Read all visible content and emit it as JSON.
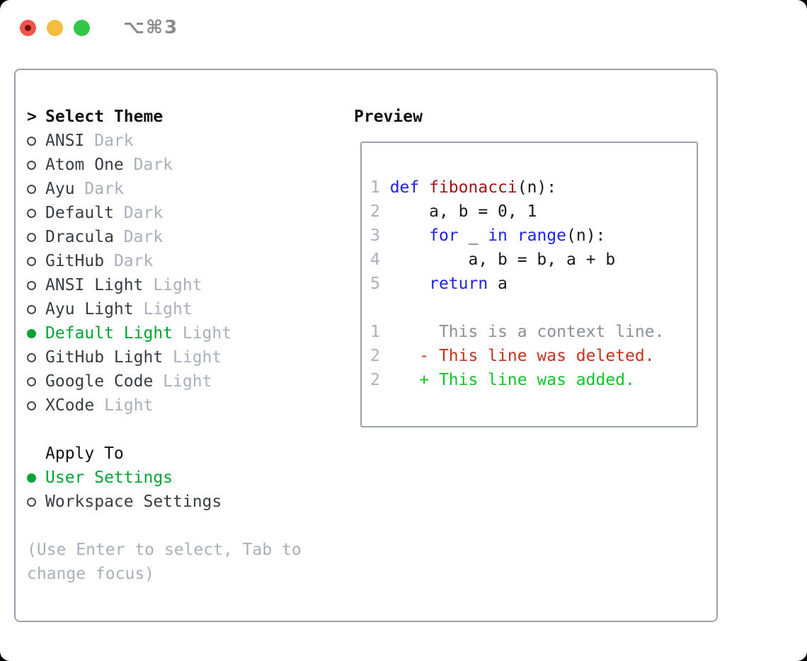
{
  "window": {
    "title": "⌥⌘3"
  },
  "theme_picker": {
    "prompt_marker": ">",
    "title": "Select Theme",
    "items": [
      {
        "name": "ANSI",
        "variant": "Dark",
        "selected": false
      },
      {
        "name": "Atom One",
        "variant": "Dark",
        "selected": false
      },
      {
        "name": "Ayu",
        "variant": "Dark",
        "selected": false
      },
      {
        "name": "Default",
        "variant": "Dark",
        "selected": false
      },
      {
        "name": "Dracula",
        "variant": "Dark",
        "selected": false
      },
      {
        "name": "GitHub",
        "variant": "Dark",
        "selected": false
      },
      {
        "name": "ANSI Light",
        "variant": "Light",
        "selected": false
      },
      {
        "name": "Ayu Light",
        "variant": "Light",
        "selected": false
      },
      {
        "name": "Default Light",
        "variant": "Light",
        "selected": true
      },
      {
        "name": "GitHub Light",
        "variant": "Light",
        "selected": false
      },
      {
        "name": "Google Code",
        "variant": "Light",
        "selected": false
      },
      {
        "name": "XCode",
        "variant": "Light",
        "selected": false
      }
    ],
    "apply_to": {
      "title": "Apply To",
      "options": [
        {
          "name": "User Settings",
          "selected": true
        },
        {
          "name": "Workspace Settings",
          "selected": false
        }
      ]
    },
    "help": [
      "(Use Enter to select, Tab to",
      "change focus)"
    ]
  },
  "preview": {
    "title": "Preview",
    "lines": [
      {
        "segments": [
          [
            "line-number",
            "1 "
          ],
          [
            "keyword",
            "def"
          ],
          [
            "code",
            " "
          ],
          [
            "function-name",
            "fibonacci"
          ],
          [
            "code",
            "(n):"
          ]
        ]
      },
      {
        "segments": [
          [
            "line-number",
            "2 "
          ],
          [
            "code",
            "    a, b = 0, 1"
          ]
        ]
      },
      {
        "segments": [
          [
            "line-number",
            "3 "
          ],
          [
            "code",
            "    "
          ],
          [
            "keyword",
            "for"
          ],
          [
            "code",
            " _ "
          ],
          [
            "keyword",
            "in"
          ],
          [
            "code",
            " "
          ],
          [
            "keyword",
            "range"
          ],
          [
            "code",
            "(n):"
          ]
        ]
      },
      {
        "segments": [
          [
            "line-number",
            "4 "
          ],
          [
            "code",
            "        a, b = b, a + b"
          ]
        ]
      },
      {
        "segments": [
          [
            "line-number",
            "5 "
          ],
          [
            "code",
            "    "
          ],
          [
            "keyword",
            "return"
          ],
          [
            "code",
            " a"
          ]
        ]
      },
      {
        "segments": []
      },
      {
        "segments": [
          [
            "line-number",
            "1"
          ],
          [
            "context",
            "      This is a context line."
          ]
        ]
      },
      {
        "segments": [
          [
            "line-number",
            "2"
          ],
          [
            "deleted",
            "    - This line was deleted."
          ]
        ]
      },
      {
        "segments": [
          [
            "line-number",
            "2"
          ],
          [
            "added",
            "    + This line was added."
          ]
        ]
      }
    ]
  },
  "colors": {
    "accent_green": "#00a434",
    "diff_added": "#12c42a",
    "diff_deleted": "#c0351f",
    "keyword_blue": "#1c23e8",
    "function_red": "#a31515",
    "muted_gray": "#a8b0ba",
    "panel_border": "#9aa2ae",
    "close_red": "#f0544c",
    "minimize_yellow": "#f5bd3e",
    "maximize_green": "#33c748"
  }
}
